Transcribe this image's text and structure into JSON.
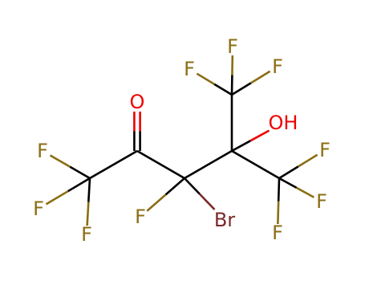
{
  "colors": {
    "bond": "#000000",
    "fluorine": "#8b6d14",
    "oxygen": "#ee0000",
    "bromine": "#7a2a2a",
    "background": "#ffffff"
  },
  "atoms": [
    {
      "id": "C1",
      "element": "C",
      "label": ""
    },
    {
      "id": "C2",
      "element": "C",
      "label": ""
    },
    {
      "id": "C3",
      "element": "C",
      "label": ""
    },
    {
      "id": "C4",
      "element": "C",
      "label": ""
    },
    {
      "id": "C5",
      "element": "C",
      "label": ""
    },
    {
      "id": "C6",
      "element": "C",
      "label": ""
    },
    {
      "id": "O1",
      "element": "O",
      "label": "O"
    },
    {
      "id": "F1",
      "element": "F",
      "label": "F"
    },
    {
      "id": "F2",
      "element": "F",
      "label": "F"
    },
    {
      "id": "F3",
      "element": "F",
      "label": "F"
    },
    {
      "id": "F4",
      "element": "F",
      "label": "F"
    },
    {
      "id": "Br1",
      "element": "Br",
      "label": "Br"
    },
    {
      "id": "F5",
      "element": "F",
      "label": "F"
    },
    {
      "id": "F6",
      "element": "F",
      "label": "F"
    },
    {
      "id": "O2",
      "element": "O",
      "label": "OH"
    },
    {
      "id": "F7",
      "element": "F",
      "label": "F"
    },
    {
      "id": "F8",
      "element": "F",
      "label": "F"
    },
    {
      "id": "F9",
      "element": "F",
      "label": "F"
    }
  ],
  "bonds": [
    {
      "a": "C1",
      "b": "F1",
      "order": 1
    },
    {
      "a": "C1",
      "b": "F2",
      "order": 1
    },
    {
      "a": "C1",
      "b": "F3",
      "order": 1
    },
    {
      "a": "C1",
      "b": "C2",
      "order": 1
    },
    {
      "a": "C2",
      "b": "O1",
      "order": 2
    },
    {
      "a": "C2",
      "b": "C3",
      "order": 1
    },
    {
      "a": "C3",
      "b": "F4",
      "order": 1
    },
    {
      "a": "C3",
      "b": "Br1",
      "order": 1
    },
    {
      "a": "C3",
      "b": "C4",
      "order": 1
    },
    {
      "a": "C4",
      "b": "C5",
      "order": 1
    },
    {
      "a": "C5",
      "b": "F5",
      "order": 1
    },
    {
      "a": "C5",
      "b": "F6",
      "order": 1
    },
    {
      "a": "C5",
      "b": "F7",
      "order": 1
    },
    {
      "a": "C4",
      "b": "O2",
      "order": 1
    },
    {
      "a": "C4",
      "b": "C6",
      "order": 1
    },
    {
      "a": "C6",
      "b": "F8",
      "order": 1
    },
    {
      "a": "C6",
      "b": "F9",
      "order": 1
    },
    {
      "a": "C6",
      "b": "F10",
      "order": 1
    }
  ]
}
